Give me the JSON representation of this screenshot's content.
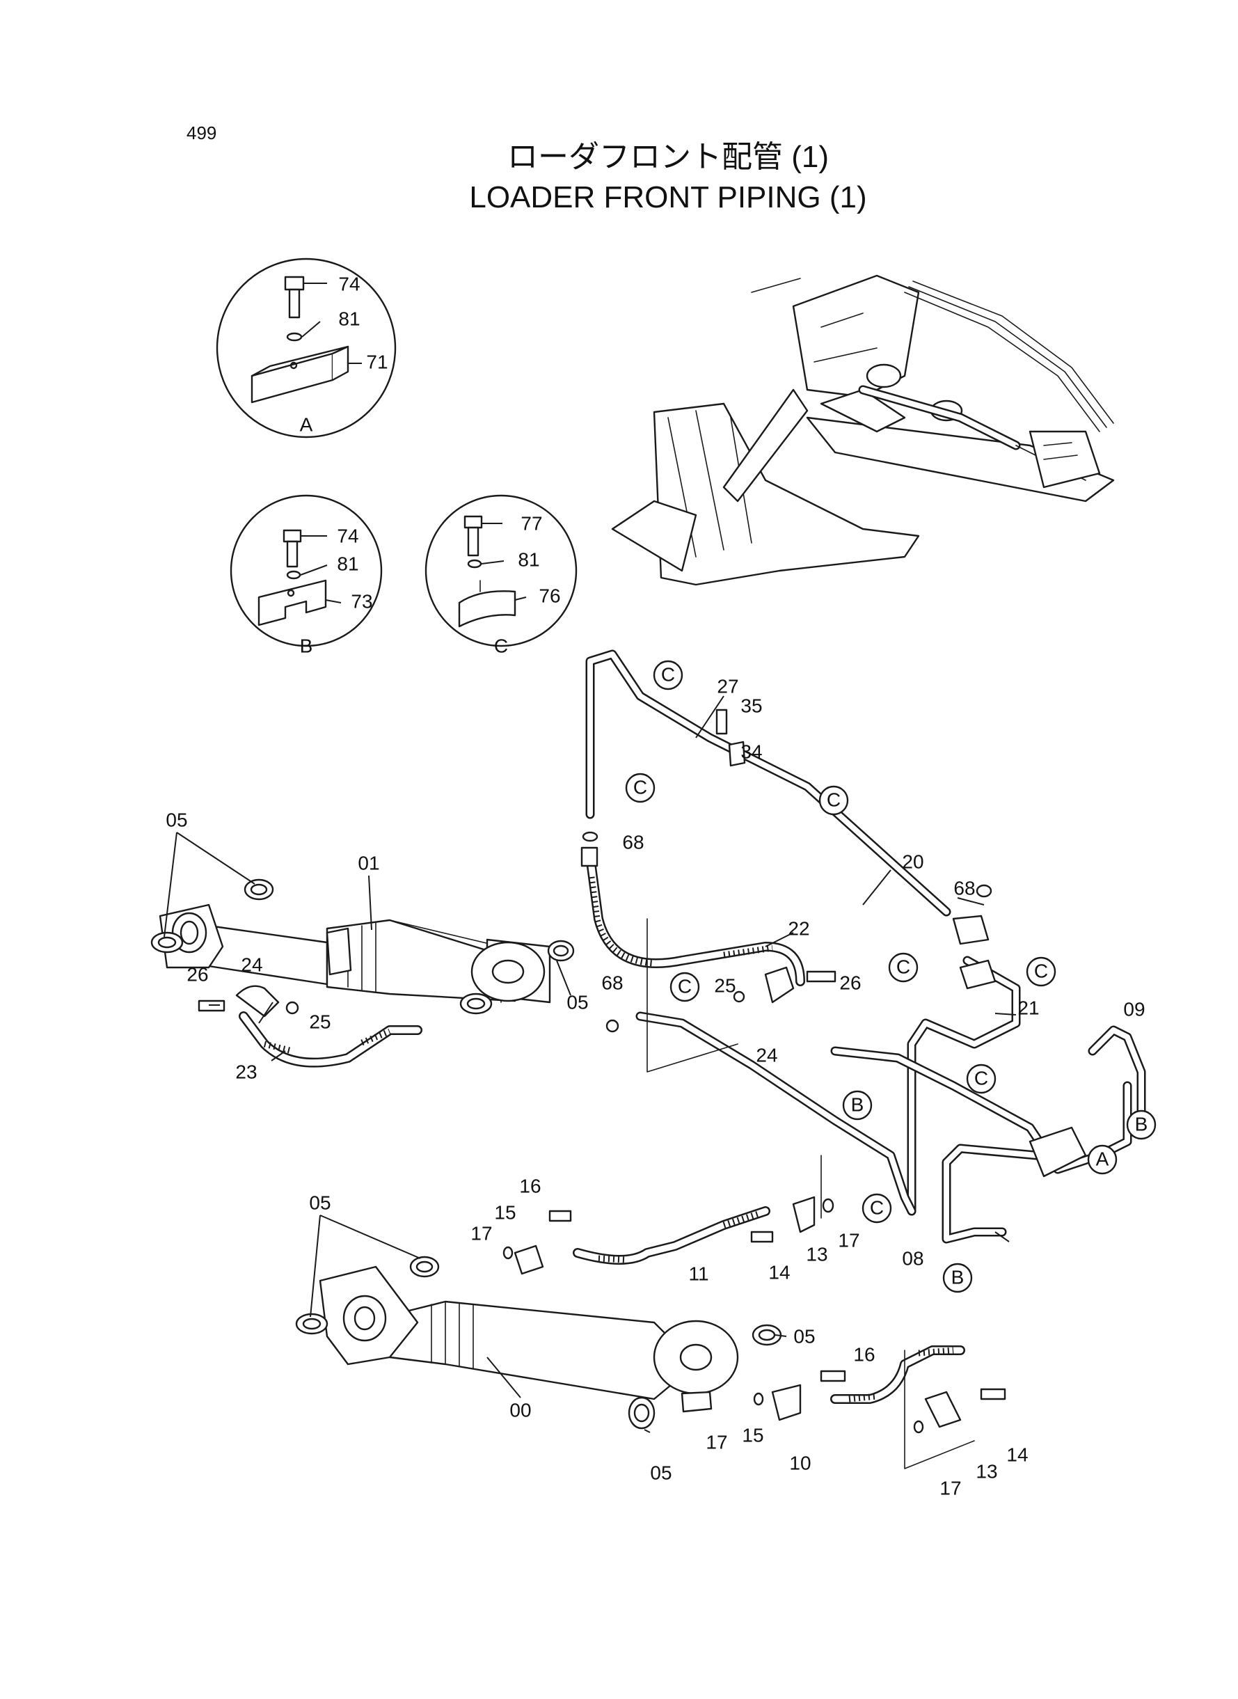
{
  "page_number": "499",
  "title_jp": "ローダフロント配管 (1)",
  "title_en": "LOADER FRONT PIPING (1)",
  "details": [
    {
      "letter": "A",
      "parts": [
        "74",
        "81",
        "71"
      ]
    },
    {
      "letter": "B",
      "parts": [
        "74",
        "81",
        "73"
      ]
    },
    {
      "letter": "C",
      "parts": [
        "77",
        "81",
        "76"
      ]
    }
  ],
  "callout_letters": {
    "c": "C",
    "b": "B",
    "a": "A"
  },
  "part_labels": {
    "p00": "00",
    "p01": "01",
    "p05": "05",
    "p08": "08",
    "p09": "09",
    "p10": "10",
    "p11": "11",
    "p13": "13",
    "p14": "14",
    "p15": "15",
    "p16": "16",
    "p17": "17",
    "p20": "20",
    "p21": "21",
    "p22": "22",
    "p23": "23",
    "p24": "24",
    "p25": "25",
    "p26": "26",
    "p27": "27",
    "p34": "34",
    "p35": "35",
    "p68": "68"
  }
}
